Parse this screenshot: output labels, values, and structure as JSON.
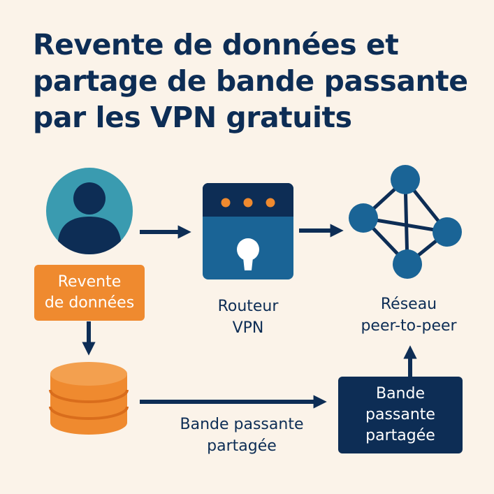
{
  "title": {
    "line1": "Revente de données et",
    "line2": "partage de bande passante",
    "line3": "par les VPN gratuits"
  },
  "nodes": {
    "resale_box": {
      "line1": "Revente",
      "line2": "de données"
    },
    "vpn_router": {
      "line1": "Routeur",
      "line2": "VPN"
    },
    "p2p_network": {
      "line1": "Réseau",
      "line2": "peer-to-peer"
    },
    "shared_bandwidth_box": {
      "line1": "Bande",
      "line2": "passante",
      "line3": "partagée"
    },
    "shared_bandwidth_label": {
      "line1": "Bande passante",
      "line2": "partagée"
    }
  },
  "icons": {
    "user": "user-icon",
    "router": "vpn-router-keyhole-icon",
    "network": "network-graph-icon",
    "database": "database-icon"
  },
  "colors": {
    "background": "#fbf3e9",
    "navy": "#0d2d55",
    "teal": "#3a9bb0",
    "blue": "#1a6496",
    "orange": "#ef8a2f",
    "orange_dark": "#d96d1c"
  }
}
